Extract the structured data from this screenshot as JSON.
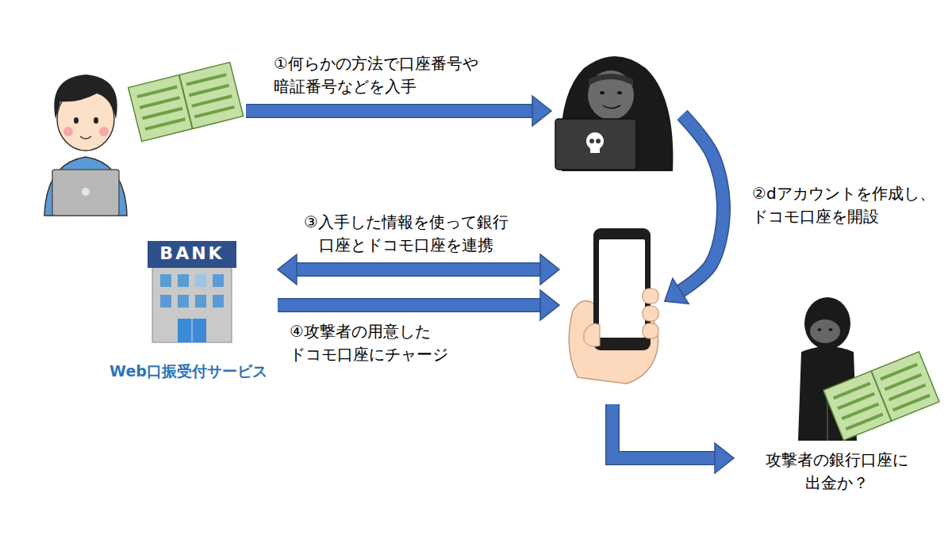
{
  "diagram": {
    "nodes": [
      {
        "text": []
      },
      {
        "text": []
      },
      {
        "text": [
          "BANK",
          "Web口振受付サービス"
        ]
      },
      {
        "text": []
      },
      {
        "text": [
          "攻撃者の銀行口座に 出金か？"
        ]
      }
    ],
    "edges": [
      {
        "from": 0,
        "to": 1,
        "arrow": "to",
        "label": "①何らかの方法で口座番号や 暗証番号などを入手"
      },
      {
        "from": 1,
        "to": 3,
        "arrow": "to",
        "label": "②dアカウントを作成し、 ドコモ口座を開設"
      },
      {
        "from": 2,
        "to": 3,
        "arrow": "both",
        "label": "③入手した情報を使って銀行 口座とドコモ口座を連携"
      },
      {
        "from": 2,
        "to": 3,
        "arrow": "to",
        "label": "④攻撃者の用意した ドコモ口座にチャージ"
      },
      {
        "from": 3,
        "to": 4,
        "arrow": "to"
      }
    ]
  }
}
